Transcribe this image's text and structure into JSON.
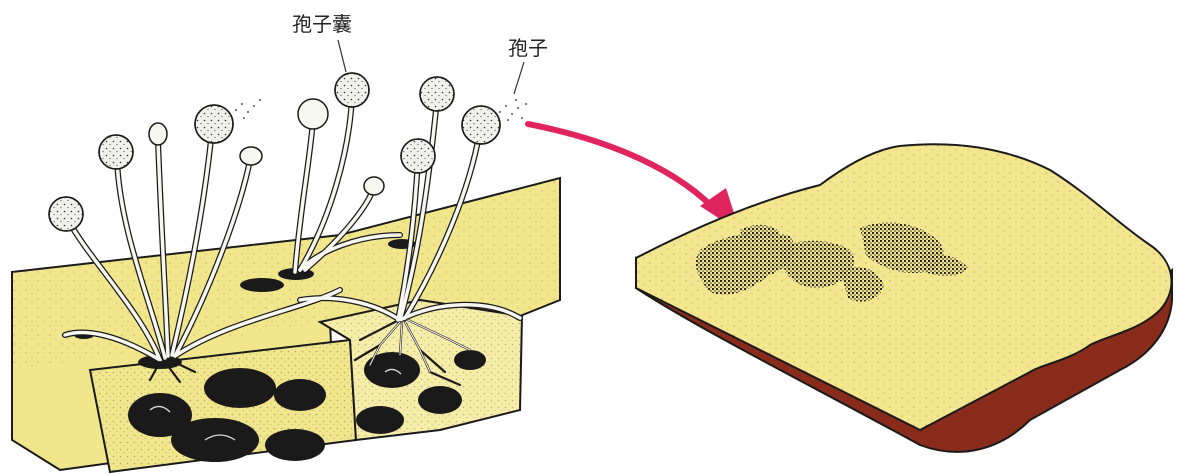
{
  "labels": {
    "sporangium": "孢子囊",
    "spore": "孢子"
  },
  "colors": {
    "substrate": "#f2e68c",
    "bread_top": "#f4e68e",
    "bread_crust": "#8a2c1c",
    "arrow": "#e0245e",
    "ink": "#1a1a1a",
    "hypha": "#f7f7f2"
  },
  "icons": {
    "mold_block": "mold-illustration",
    "bread": "moldy-bread-slice",
    "transfer_arrow": "curved-arrow"
  }
}
